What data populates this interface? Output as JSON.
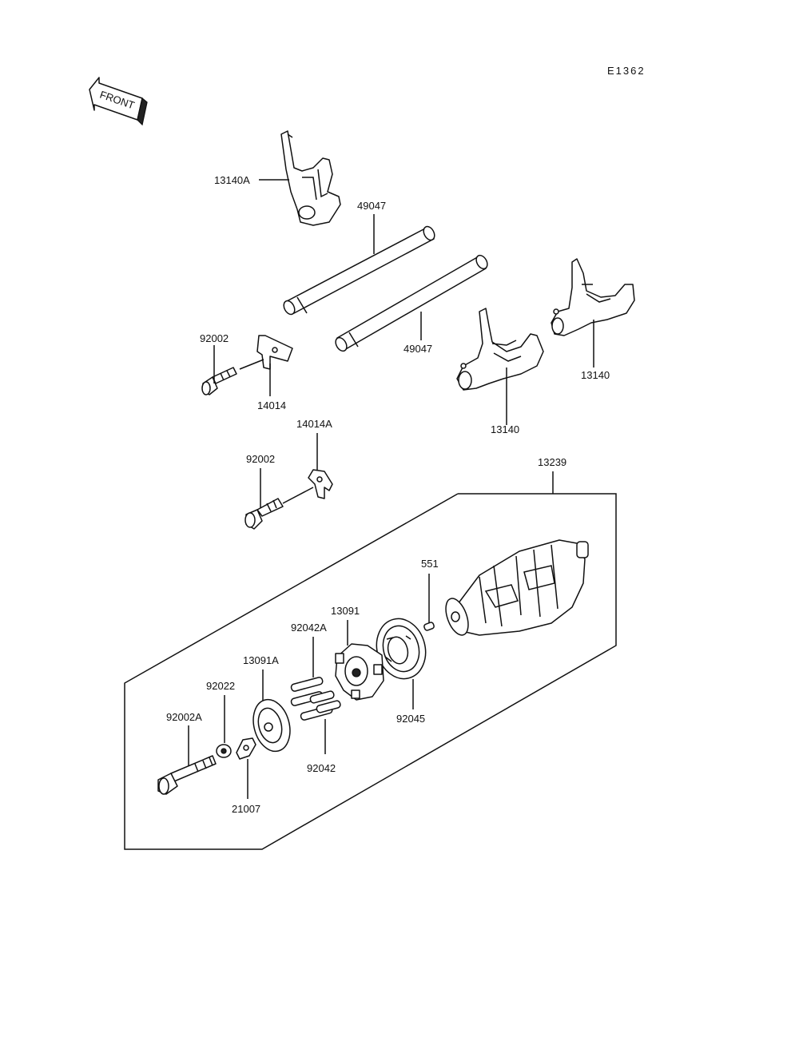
{
  "diagram": {
    "code": "E1362",
    "front_label": "FRONT",
    "parts": [
      {
        "id": "fork_a",
        "label": "13140A"
      },
      {
        "id": "rod_upper",
        "label": "49047"
      },
      {
        "id": "rod_lower",
        "label": "49047"
      },
      {
        "id": "bolt_1",
        "label": "92002"
      },
      {
        "id": "plate_1",
        "label": "14014"
      },
      {
        "id": "fork_b",
        "label": "13140"
      },
      {
        "id": "fork_c",
        "label": "13140"
      },
      {
        "id": "plate_2",
        "label": "14014A"
      },
      {
        "id": "bolt_2",
        "label": "92002"
      },
      {
        "id": "drum_assy",
        "label": "13239"
      },
      {
        "id": "pin",
        "label": "551"
      },
      {
        "id": "holder",
        "label": "13091"
      },
      {
        "id": "pins_a",
        "label": "92042A"
      },
      {
        "id": "plate_3",
        "label": "13091A"
      },
      {
        "id": "washer",
        "label": "92022"
      },
      {
        "id": "bolt_3",
        "label": "92002A"
      },
      {
        "id": "bearing",
        "label": "92045"
      },
      {
        "id": "pins_b",
        "label": "92042"
      },
      {
        "id": "circlip",
        "label": "21007"
      }
    ]
  }
}
